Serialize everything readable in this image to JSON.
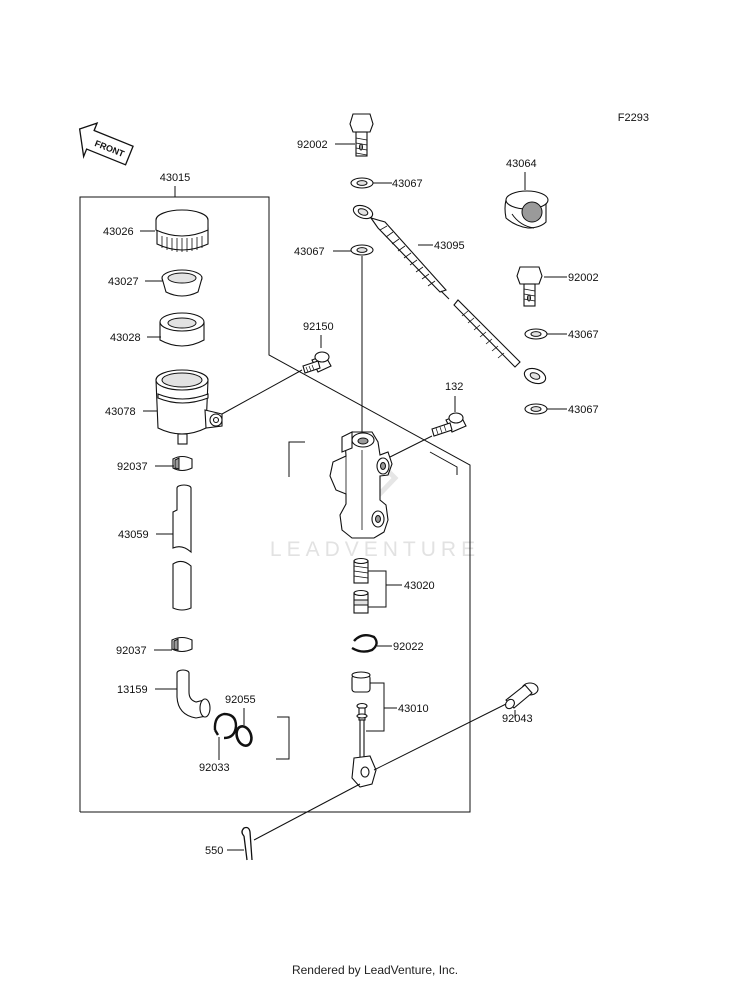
{
  "figure_code": "F2293",
  "front_arrow_label": "FRONT",
  "watermark": "LEADVENTURE",
  "footer": "Rendered by LeadVenture, Inc.",
  "part_labels": {
    "p43015": "43015",
    "p43026": "43026",
    "p43027": "43027",
    "p43028": "43028",
    "p43078": "43078",
    "p92037a": "92037",
    "p43059": "43059",
    "p92037b": "92037",
    "p13159": "13159",
    "p92055": "92055",
    "p92033": "92033",
    "p92150": "92150",
    "p92002a": "92002",
    "p43067a": "43067",
    "p43067b": "43067",
    "p43095": "43095",
    "p43064": "43064",
    "p92002b": "92002",
    "p43067c": "43067",
    "p43067d": "43067",
    "p132": "132",
    "p43020": "43020",
    "p92022": "92022",
    "p43010": "43010",
    "p92043": "92043",
    "p550": "550"
  }
}
